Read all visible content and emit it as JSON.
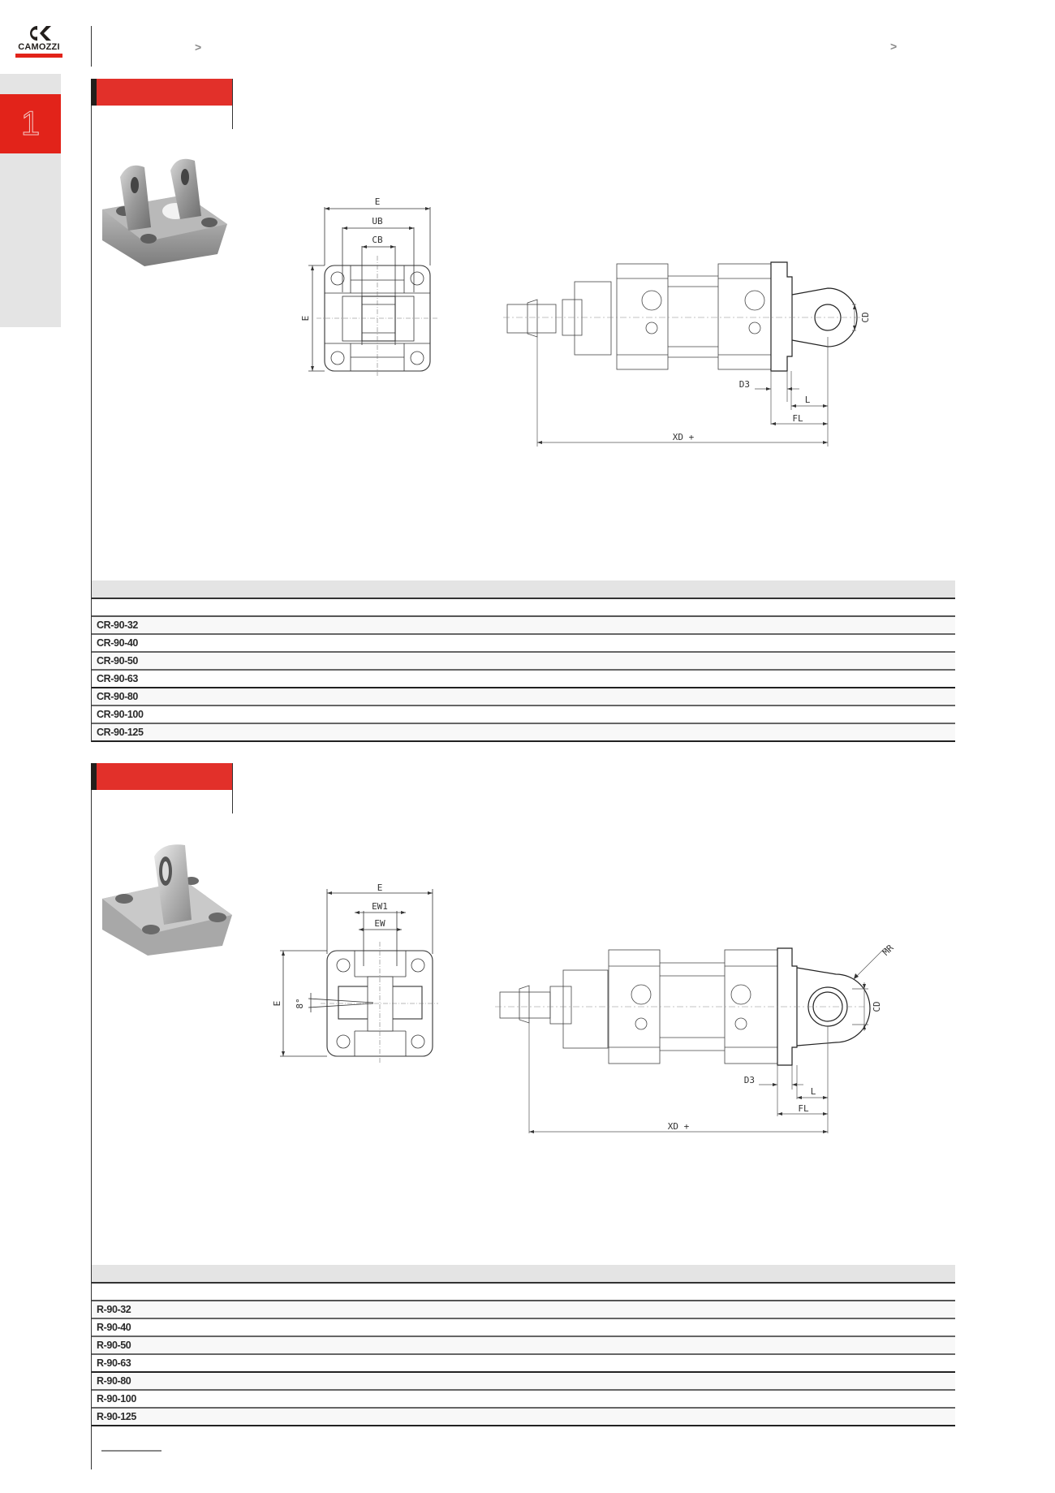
{
  "brand": {
    "name": "CAMOZZI",
    "accent": "#e2231a",
    "dark": "#231f1c"
  },
  "sidebar": {
    "chapter_number": "1",
    "colors": {
      "bg": "#e4e4e4",
      "tab": "#e2231a"
    }
  },
  "header": {
    "breadcrumb_separators": [
      ">",
      ">"
    ]
  },
  "sections": [
    {
      "id": "clevis-foot-cr",
      "title": "",
      "product_photo": "double-clevis-rear-mounting",
      "drawing_front_labels": [
        "E",
        "UB",
        "CB",
        "E"
      ],
      "drawing_side_labels": [
        "CD",
        "D3",
        "L",
        "FL",
        "XD +"
      ],
      "table": {
        "rows": [
          "CR-90-32",
          "CR-90-40",
          "CR-90-50",
          "CR-90-63",
          "CR-90-80",
          "CR-90-100",
          "CR-90-125"
        ]
      }
    },
    {
      "id": "clevis-foot-r",
      "title": "",
      "product_photo": "rear-hinge-with-spherical-bearing",
      "drawing_front_labels": [
        "E",
        "EW1",
        "EW",
        "E",
        "8°"
      ],
      "drawing_side_labels": [
        "MR",
        "CD",
        "D3",
        "L",
        "FL",
        "XD +"
      ],
      "table": {
        "rows": [
          "R-90-32",
          "R-90-40",
          "R-90-50",
          "R-90-63",
          "R-90-80",
          "R-90-100",
          "R-90-125"
        ]
      }
    }
  ]
}
